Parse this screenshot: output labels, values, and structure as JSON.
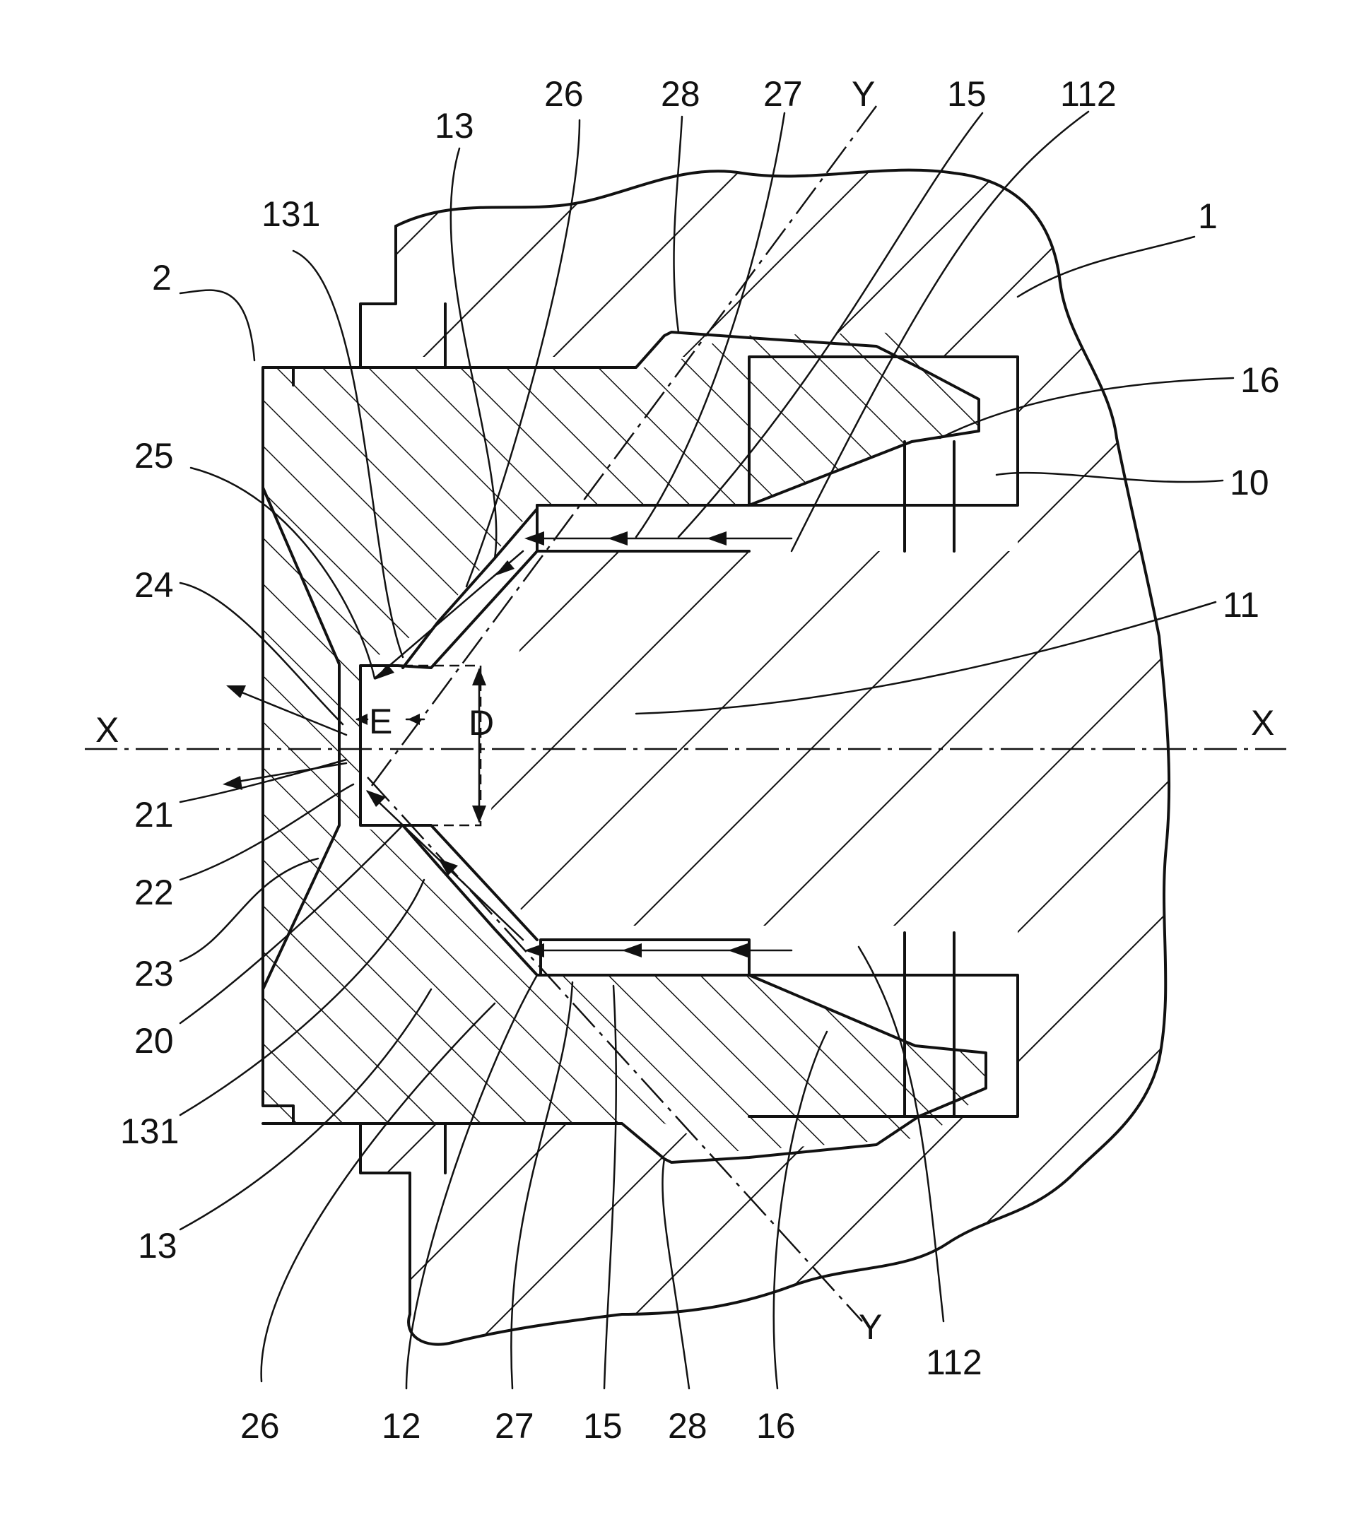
{
  "figure": {
    "labels": {
      "n1": "1",
      "n2": "2",
      "n10": "10",
      "n11": "11",
      "n12": "12",
      "n13": "13",
      "n15": "15",
      "n16": "16",
      "n20": "20",
      "n21": "21",
      "n22": "22",
      "n23": "23",
      "n24": "24",
      "n25": "25",
      "n26": "26",
      "n27": "27",
      "n28": "28",
      "n112": "112",
      "n131": "131",
      "axis_x": "X",
      "axis_y": "Y",
      "dim_d": "D",
      "dim_e": "E"
    }
  }
}
